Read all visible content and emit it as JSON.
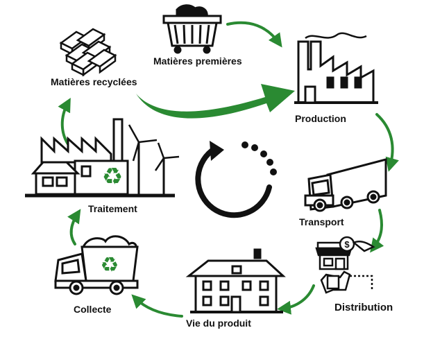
{
  "diagram": {
    "colors": {
      "arrow": "#2a8a32",
      "line": "#111111",
      "recycle": "#2a8a32"
    },
    "stages": [
      {
        "id": "raw",
        "label": "Matières premières",
        "icon": "mine-cart-icon"
      },
      {
        "id": "production",
        "label": "Production",
        "icon": "factory-icon"
      },
      {
        "id": "transport",
        "label": "Transport",
        "icon": "truck-icon"
      },
      {
        "id": "distribution",
        "label": "Distribution",
        "icon": "shop-hand-icon"
      },
      {
        "id": "life",
        "label": "Vie du produit",
        "icon": "house-icon"
      },
      {
        "id": "collect",
        "label": "Collecte",
        "icon": "garbage-truck-icon"
      },
      {
        "id": "treatment",
        "label": "Traitement",
        "icon": "recycling-plant-icon"
      },
      {
        "id": "recycled",
        "label": "Matières recyclées",
        "icon": "recycled-bars-icon"
      }
    ],
    "center_icon": "circular-refresh-icon"
  }
}
